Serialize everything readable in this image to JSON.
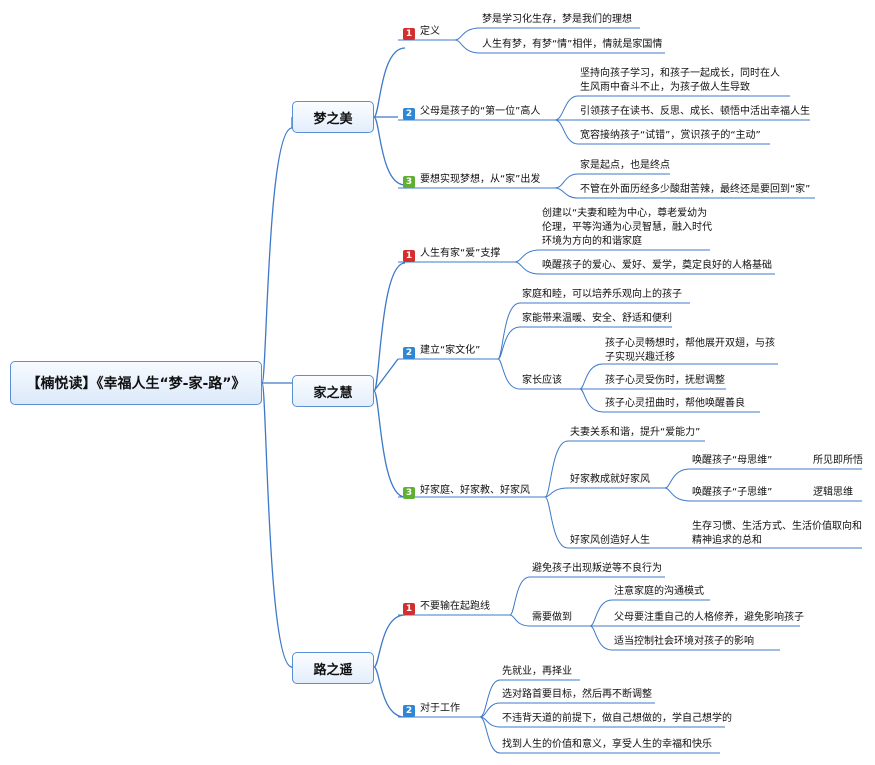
{
  "root": {
    "label": "【楠悦读】《幸福人生“梦-家-路”》"
  },
  "branches": [
    {
      "label": "梦之美",
      "children": [
        {
          "num": "1",
          "label": "定义",
          "children": [
            {
              "text": "梦是学习化生存，梦是我们的理想"
            },
            {
              "text": "人生有梦，有梦“情”相伴，情就是家国情"
            }
          ]
        },
        {
          "num": "2",
          "label": "父母是孩子的“第一位”高人",
          "children": [
            {
              "text": "坚持向孩子学习，和孩子一起成长，同时在人",
              "text2": "生风雨中奋斗不止，为孩子做人生导致"
            },
            {
              "text": "引领孩子在读书、反思、成长、顿悟中活出幸福人生"
            },
            {
              "text": "宽容接纳孩子“试错”，赏识孩子的“主动”"
            }
          ]
        },
        {
          "num": "3",
          "label": "要想实现梦想，从“家”出发",
          "children": [
            {
              "text": "家是起点，也是终点"
            },
            {
              "text": "不管在外面历经多少酸甜苦辣，最终还是要回到“家”"
            }
          ]
        }
      ]
    },
    {
      "label": "家之慧",
      "children": [
        {
          "num": "1",
          "label": "人生有家“爱”支撑",
          "children": [
            {
              "text": "创建以“夫妻和睦为中心，尊老爱幼为",
              "text2": "伦理，平等沟通为心灵智慧，融入时代",
              "text3": "环境为方向的和谐家庭"
            },
            {
              "text": "唤醒孩子的爱心、爱好、爱学，奠定良好的人格基础"
            }
          ]
        },
        {
          "num": "2",
          "label": "建立“家文化”",
          "children": [
            {
              "text": "家庭和睦，可以培养乐观向上的孩子"
            },
            {
              "text": "家能带来温暖、安全、舒适和便利"
            },
            {
              "text": "家长应该",
              "children": [
                {
                  "text": "孩子心灵畅想时，帮他展开双翅，与孩",
                  "text2": "子实现兴趣迁移"
                },
                {
                  "text": "孩子心灵受伤时，抚慰调整"
                },
                {
                  "text": "孩子心灵扭曲时，帮他唤醒善良"
                }
              ]
            }
          ]
        },
        {
          "num": "3",
          "label": "好家庭、好家教、好家风",
          "children": [
            {
              "text": "夫妻关系和谐，提升“爱能力”"
            },
            {
              "text": "好家教成就好家风",
              "children": [
                {
                  "text": "唤醒孩子“母思维”",
                  "child": "所见即所悟"
                },
                {
                  "text": "唤醒孩子“子思维”",
                  "child": "逻辑思维"
                }
              ]
            },
            {
              "text": "好家风创造好人生",
              "children": [
                {
                  "text": "生存习惯、生活方式、生活价值取向和",
                  "text2": "精神追求的总和"
                }
              ]
            }
          ]
        }
      ]
    },
    {
      "label": "路之遥",
      "children": [
        {
          "num": "1",
          "label": "不要输在起跑线",
          "children": [
            {
              "text": "避免孩子出现叛逆等不良行为"
            },
            {
              "text": "需要做到",
              "children": [
                {
                  "text": "注意家庭的沟通模式"
                },
                {
                  "text": "父母要注重自己的人格修养，避免影响孩子"
                },
                {
                  "text": "适当控制社会环境对孩子的影响"
                }
              ]
            }
          ]
        },
        {
          "num": "2",
          "label": "对于工作",
          "children": [
            {
              "text": "先就业，再择业"
            },
            {
              "text": "选对路首要目标，然后再不断调整"
            },
            {
              "text": "不违背天道的前提下，做自己想做的，学自己想学的"
            },
            {
              "text": "找到人生的价值和意义，享受人生的幸福和快乐"
            }
          ]
        }
      ]
    }
  ]
}
